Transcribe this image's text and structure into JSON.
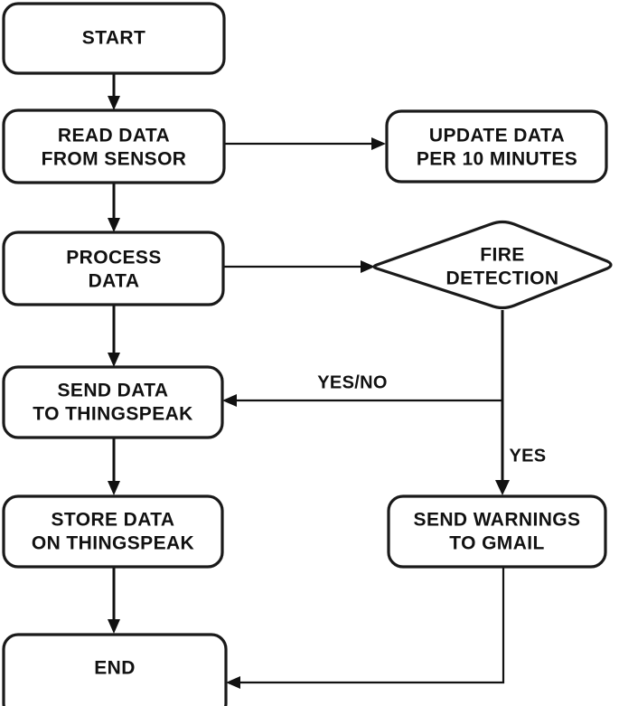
{
  "diagram": {
    "title": "Fire detection IoT system flowchart",
    "type": "flowchart",
    "background_color": "#ffffff",
    "stroke_color": "#111111",
    "text_color": "#111111",
    "nodes": [
      {
        "id": "start",
        "shape": "rounded-rectangle",
        "lines": [
          "START"
        ],
        "line1": "START",
        "line2": ""
      },
      {
        "id": "read-data",
        "shape": "rounded-rectangle",
        "lines": [
          "READ DATA",
          "FROM SENSOR"
        ],
        "line1": "READ DATA",
        "line2": "FROM SENSOR"
      },
      {
        "id": "update-data",
        "shape": "rounded-rectangle",
        "lines": [
          "UPDATE DATA",
          "PER 10 MINUTES"
        ],
        "line1": "UPDATE DATA",
        "line2": "PER 10 MINUTES"
      },
      {
        "id": "process-data",
        "shape": "rounded-rectangle",
        "lines": [
          "PROCESS",
          "DATA"
        ],
        "line1": "PROCESS",
        "line2": "DATA"
      },
      {
        "id": "fire-detection",
        "shape": "diamond",
        "lines": [
          "FIRE",
          "DETECTION"
        ],
        "line1": "FIRE",
        "line2": "DETECTION"
      },
      {
        "id": "send-data-thingspeak",
        "shape": "rounded-rectangle",
        "lines": [
          "SEND DATA",
          "TO THINGSPEAK"
        ],
        "line1": "SEND DATA",
        "line2": "TO THINGSPEAK"
      },
      {
        "id": "store-data-thingspeak",
        "shape": "rounded-rectangle",
        "lines": [
          "STORE DATA",
          "ON THINGSPEAK"
        ],
        "line1": "STORE DATA",
        "line2": "ON THINGSPEAK"
      },
      {
        "id": "send-warnings-gmail",
        "shape": "rounded-rectangle",
        "lines": [
          "SEND WARNINGS",
          "TO GMAIL"
        ],
        "line1": "SEND WARNINGS",
        "line2": "TO GMAIL"
      },
      {
        "id": "end",
        "shape": "rounded-rectangle",
        "lines": [
          "END"
        ],
        "line1": "END",
        "line2": ""
      }
    ],
    "edges": [
      {
        "id": "start-to-read",
        "from": "start",
        "to": "read-data",
        "label": ""
      },
      {
        "id": "read-to-update",
        "from": "read-data",
        "to": "update-data",
        "label": ""
      },
      {
        "id": "read-to-process",
        "from": "read-data",
        "to": "process-data",
        "label": ""
      },
      {
        "id": "process-to-fire",
        "from": "process-data",
        "to": "fire-detection",
        "label": ""
      },
      {
        "id": "process-to-send",
        "from": "process-data",
        "to": "send-data-thingspeak",
        "label": ""
      },
      {
        "id": "fire-to-send",
        "from": "fire-detection",
        "to": "send-data-thingspeak",
        "label": "YES/NO"
      },
      {
        "id": "fire-to-warnings",
        "from": "fire-detection",
        "to": "send-warnings-gmail",
        "label": "YES"
      },
      {
        "id": "send-to-store",
        "from": "send-data-thingspeak",
        "to": "store-data-thingspeak",
        "label": ""
      },
      {
        "id": "store-to-end",
        "from": "store-data-thingspeak",
        "to": "end",
        "label": ""
      },
      {
        "id": "warnings-to-end",
        "from": "send-warnings-gmail",
        "to": "end",
        "label": ""
      }
    ],
    "edge_labels": {
      "yes_no": "YES/NO",
      "yes": "YES"
    }
  }
}
